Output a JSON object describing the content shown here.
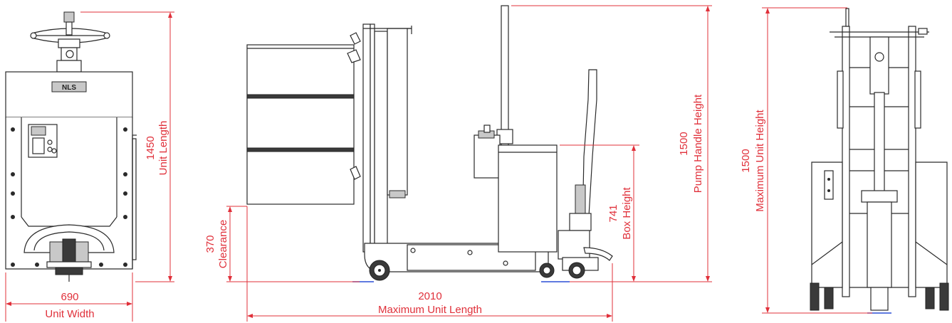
{
  "dimensions": {
    "unit_width": {
      "value": "690",
      "label": "Unit Width"
    },
    "unit_length": {
      "value": "1450",
      "label": "Unit Length"
    },
    "clearance": {
      "value": "370",
      "label": "Clearance"
    },
    "max_unit_length": {
      "value": "2010",
      "label": "Maximum Unit Length"
    },
    "box_height": {
      "value": "741",
      "label": "Box Height"
    },
    "pump_handle_height": {
      "value": "1500",
      "label": "Pump Handle Height"
    },
    "max_unit_height": {
      "value": "1500",
      "label": "Maximum Unit Height"
    }
  },
  "badge": {
    "text": "NLS"
  },
  "colors": {
    "dimension": "#e0303a",
    "outline": "#2a2a2a",
    "ground": "#2b4fd6"
  }
}
